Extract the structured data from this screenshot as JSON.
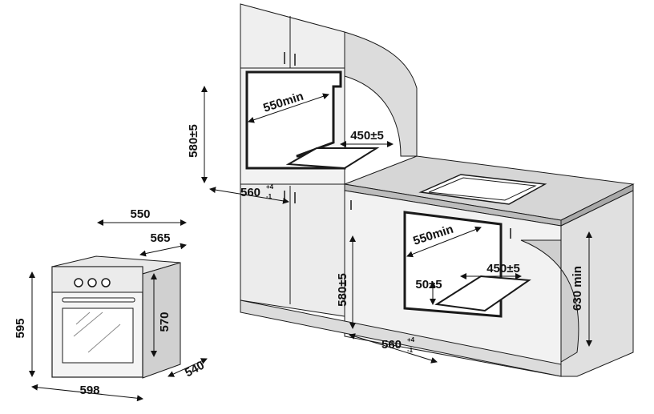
{
  "oven_dimensions": {
    "width": "598",
    "height": "595",
    "depth": "540",
    "top_depth": "550",
    "top_width": "565",
    "inner_height": "570"
  },
  "wall_installation": {
    "height": "580±5",
    "depth": "550min",
    "inner": "450±5",
    "width_base": "560",
    "width_tol_plus": "+4",
    "width_tol_minus": "-1"
  },
  "under_counter_installation": {
    "height": "580±5",
    "depth": "550min",
    "inner": "450±5",
    "gap": "50±5",
    "width_base": "560",
    "width_tol_plus": "+4",
    "width_tol_minus": "-1",
    "counter_height": "630 min"
  },
  "colors": {
    "cabinet_gray": "#e6e6e6",
    "cabinet_dark": "#cfcfcf",
    "countertop": "#d9d9d9",
    "line": "#1a1a1a",
    "niche_outline": "#1a1a1a"
  }
}
